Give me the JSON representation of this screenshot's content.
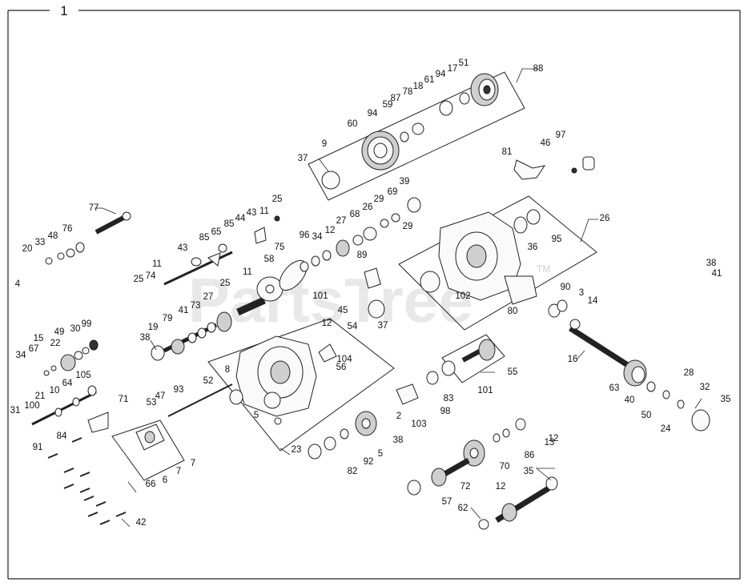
{
  "frame_label": "1",
  "watermark": {
    "text": "PartsTree",
    "tm": "TM"
  },
  "callouts": [
    "1",
    "88",
    "51",
    "17",
    "94",
    "61",
    "18",
    "78",
    "87",
    "59",
    "94",
    "60",
    "9",
    "37",
    "81",
    "97",
    "46",
    "77",
    "20",
    "33",
    "48",
    "76",
    "25",
    "11",
    "43",
    "44",
    "85",
    "65",
    "85",
    "43",
    "11",
    "25",
    "74",
    "25",
    "11",
    "58",
    "75",
    "96",
    "34",
    "12",
    "27",
    "68",
    "26",
    "29",
    "69",
    "39",
    "29",
    "26",
    "36",
    "95",
    "89",
    "101",
    "102",
    "54",
    "45",
    "37",
    "90",
    "3",
    "80",
    "14",
    "38",
    "19",
    "79",
    "41",
    "73",
    "27",
    "12",
    "34",
    "67",
    "15",
    "22",
    "49",
    "30",
    "99",
    "104",
    "56",
    "52",
    "8",
    "55",
    "16",
    "101",
    "83",
    "63",
    "40",
    "28",
    "50",
    "32",
    "35",
    "24",
    "31",
    "100",
    "21",
    "10",
    "64",
    "105",
    "84",
    "71",
    "53",
    "47",
    "93",
    "5",
    "98",
    "103",
    "2",
    "91",
    "7",
    "7",
    "6",
    "66",
    "82",
    "92",
    "5",
    "38",
    "23",
    "13",
    "70",
    "86",
    "12",
    "72",
    "12",
    "35",
    "57",
    "62",
    "42",
    "38",
    "41",
    "4"
  ],
  "box_labels": {
    "b88": "88",
    "b89": "89",
    "b86": "86",
    "b83": "83",
    "b82": "82"
  }
}
